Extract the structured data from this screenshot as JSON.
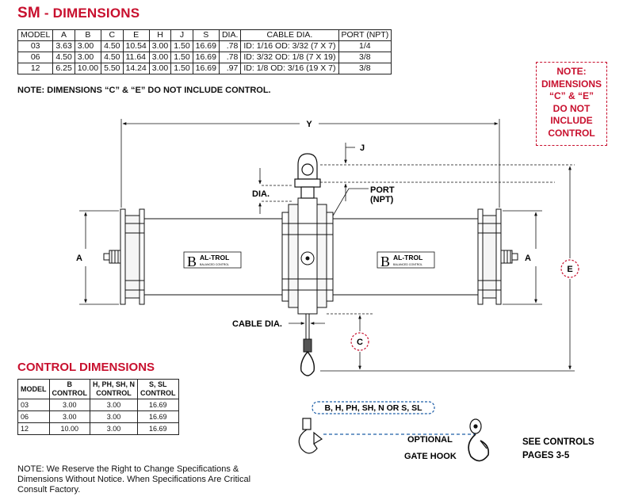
{
  "page": {
    "title_model": "SM",
    "title_rest": " - DIMENSIONS",
    "note_top": "NOTE: DIMENSIONS “C” & “E” DO NOT INCLUDE CONTROL.",
    "red_note": [
      "NOTE:",
      "DIMENSIONS",
      "“C” & “E”",
      "DO NOT",
      "INCLUDE",
      "CONTROL"
    ],
    "control_title": "CONTROL DIMENSIONS",
    "note_bottom": [
      "NOTE: We Reserve the Right to Change Specifications &",
      "Dimensions Without Notice. When Specifications Are Critical",
      "Consult Factory."
    ]
  },
  "dim_table": {
    "headers": [
      "MODEL",
      "A",
      "B",
      "C",
      "E",
      "H",
      "J",
      "S",
      "DIA.",
      "CABLE DIA.",
      "PORT (NPT)"
    ],
    "rows": [
      [
        "03",
        "3.63",
        "3.00",
        "4.50",
        "10.54",
        "3.00",
        "1.50",
        "16.69",
        ".78",
        "ID: 1/16 OD: 3/32 (7 X 7)",
        "1/4"
      ],
      [
        "06",
        "4.50",
        "3.00",
        "4.50",
        "11.64",
        "3.00",
        "1.50",
        "16.69",
        ".78",
        "ID: 3/32 OD: 1/8 (7 X 19)",
        "3/8"
      ],
      [
        "12",
        "6.25",
        "10.00",
        "5.50",
        "14.24",
        "3.00",
        "1.50",
        "16.69",
        ".97",
        "ID: 1/8 OD: 3/16 (19 X 7)",
        "3/8"
      ]
    ]
  },
  "control_table": {
    "headers": [
      "MODEL",
      "B\nCONTROL",
      "H, PH, SH, N\nCONTROL",
      "S, SL\nCONTROL"
    ],
    "rows": [
      [
        "03",
        "3.00",
        "3.00",
        "16.69"
      ],
      [
        "06",
        "3.00",
        "3.00",
        "16.69"
      ],
      [
        "12",
        "10.00",
        "3.00",
        "16.69"
      ]
    ]
  },
  "drawing": {
    "label_y": "Y",
    "label_j": "J",
    "label_dia": "DIA.",
    "label_port": "PORT\n(NPT)",
    "label_a_left": "A",
    "label_a_right": "A",
    "label_e": "E",
    "label_c": "C",
    "label_cable_dia": "CABLE DIA.",
    "brand_left": "AL-TROL",
    "brand_right": "AL-TROL",
    "brand_letter": "B",
    "brand_sub": "BALANCED CONTROL",
    "control_options": "B, H, PH, SH, N OR S, SL",
    "optional": "OPTIONAL",
    "gate_hook": "GATE HOOK",
    "see_controls": "SEE CONTROLS",
    "pages": "PAGES 3-5"
  },
  "colors": {
    "accent": "#c8102e",
    "blue_dash": "#1f5fa8",
    "line": "#111111"
  }
}
